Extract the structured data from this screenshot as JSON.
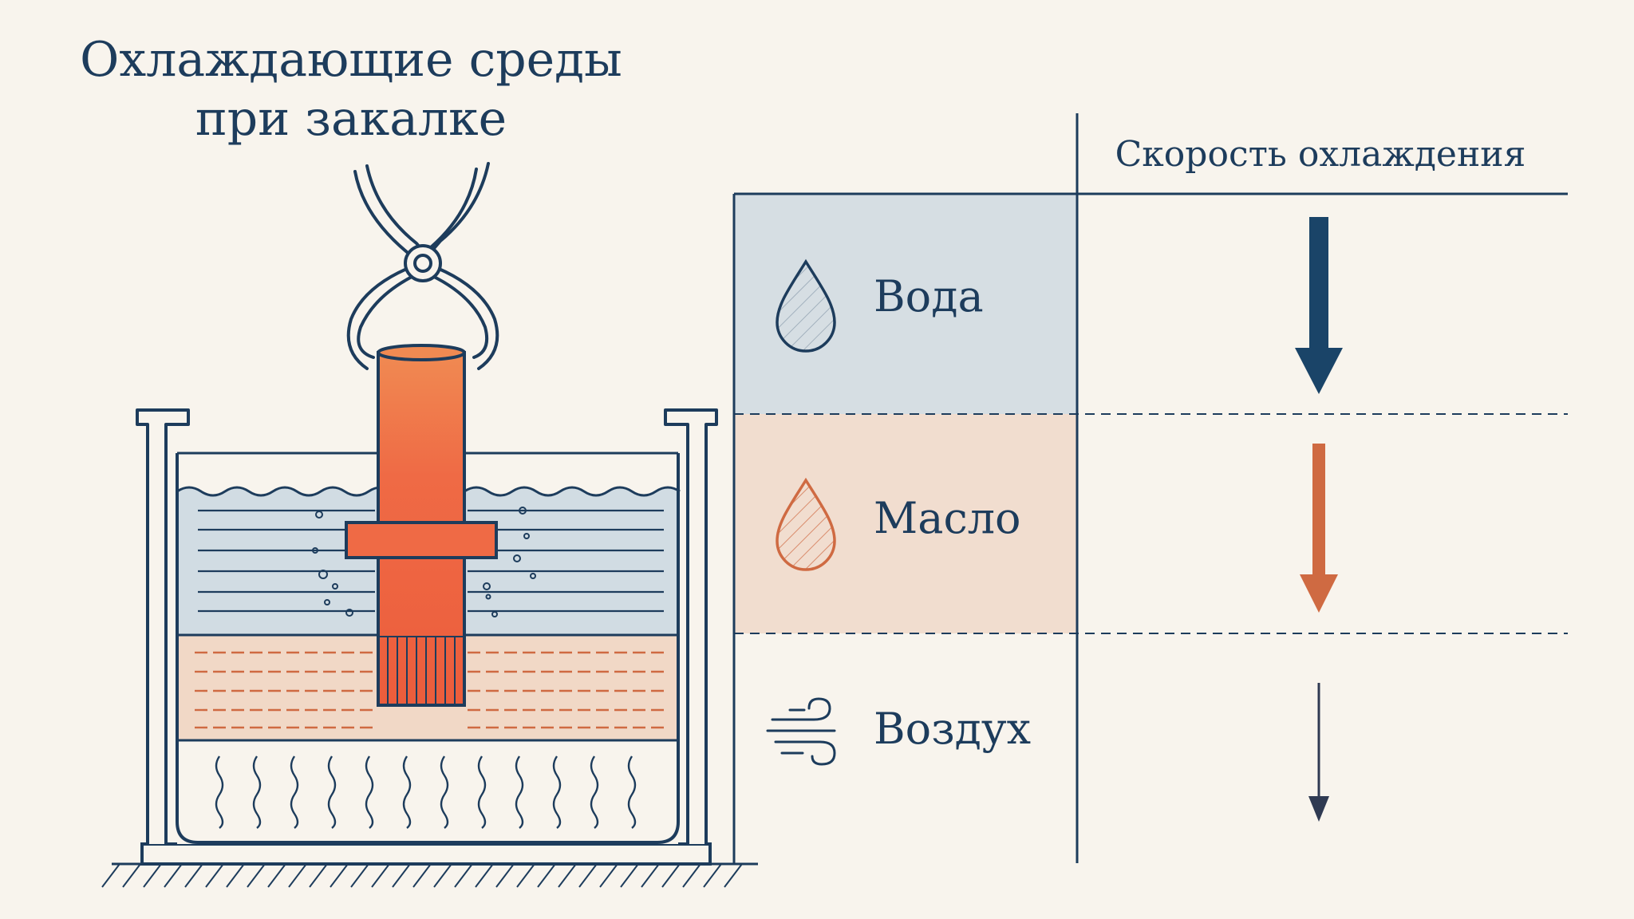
{
  "title": {
    "line1": "Охлаждающие среды",
    "line2": "при закалке"
  },
  "column_header": "Скорость охлаждения",
  "media": [
    {
      "label": "Вода",
      "icon": "water-drop-icon",
      "color": "#1a4468",
      "band": "#d6dee3",
      "speed_rank": 1
    },
    {
      "label": "Масло",
      "icon": "oil-drop-icon",
      "color": "#cf6a42",
      "band": "#f1ddcf",
      "speed_rank": 2
    },
    {
      "label": "Воздух",
      "icon": "air-wind-icon",
      "color": "#2f3a52",
      "band": "#f8f4ed",
      "speed_rank": 3
    }
  ],
  "colors": {
    "ink": "#1d3c5c",
    "part": "#ef6a45",
    "background": "#f8f4ed"
  }
}
